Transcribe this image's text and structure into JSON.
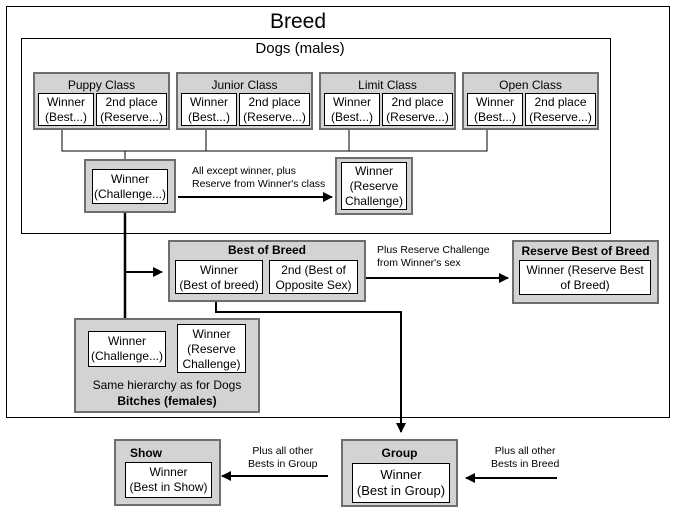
{
  "breed": {
    "title": "Breed"
  },
  "dogs": {
    "title": "Dogs (males)"
  },
  "classes": [
    {
      "title": "Puppy Class",
      "winner": "Winner",
      "winner_sub": "(Best...)",
      "second": "2nd place",
      "second_sub": "(Reserve...)"
    },
    {
      "title": "Junior Class",
      "winner": "Winner",
      "winner_sub": "(Best...)",
      "second": "2nd place",
      "second_sub": "(Reserve...)"
    },
    {
      "title": "Limit Class",
      "winner": "Winner",
      "winner_sub": "(Best...)",
      "second": "2nd place",
      "second_sub": "(Reserve...)"
    },
    {
      "title": "Open Class",
      "winner": "Winner",
      "winner_sub": "(Best...)",
      "second": "2nd place",
      "second_sub": "(Reserve...)"
    }
  ],
  "dog_challenge": {
    "line1": "Winner",
    "line2": "(Challenge...)"
  },
  "dog_reserve_note": {
    "line1": "All except winner, plus",
    "line2": "Reserve from Winner's class"
  },
  "dog_reserve": {
    "line1": "Winner",
    "line2": "(Reserve",
    "line3": "Challenge)"
  },
  "best_of_breed": {
    "title": "Best of Breed",
    "winner1": "Winner",
    "winner2": "(Best of breed)",
    "second1": "2nd (Best of",
    "second2": "Opposite Sex)"
  },
  "rbob_note": {
    "line1": "Plus Reserve Challenge",
    "line2": "from Winner's sex"
  },
  "reserve_best_of_breed": {
    "title": "Reserve Best of Breed",
    "line1": "Winner (Reserve Best",
    "line2": "of Breed)"
  },
  "bitches": {
    "challenge1": "Winner",
    "challenge2": "(Challenge...)",
    "reserve1": "Winner",
    "reserve2": "(Reserve",
    "reserve3": "Challenge)",
    "note": "Same hierarchy as for Dogs",
    "title": "Bitches (females)"
  },
  "group": {
    "title": "Group",
    "line1": "Winner",
    "line2": "(Best in Group)"
  },
  "group_note": {
    "line1": "Plus all other",
    "line2": "Bests in Breed"
  },
  "show": {
    "title": "Show",
    "line1": "Winner",
    "line2": "(Best in Show)"
  },
  "show_note": {
    "line1": "Plus all other",
    "line2": "Bests in Group"
  },
  "colors": {
    "panel_fill": "#d3d3d3",
    "panel_border": "#6e6e6e",
    "line": "#000000"
  }
}
